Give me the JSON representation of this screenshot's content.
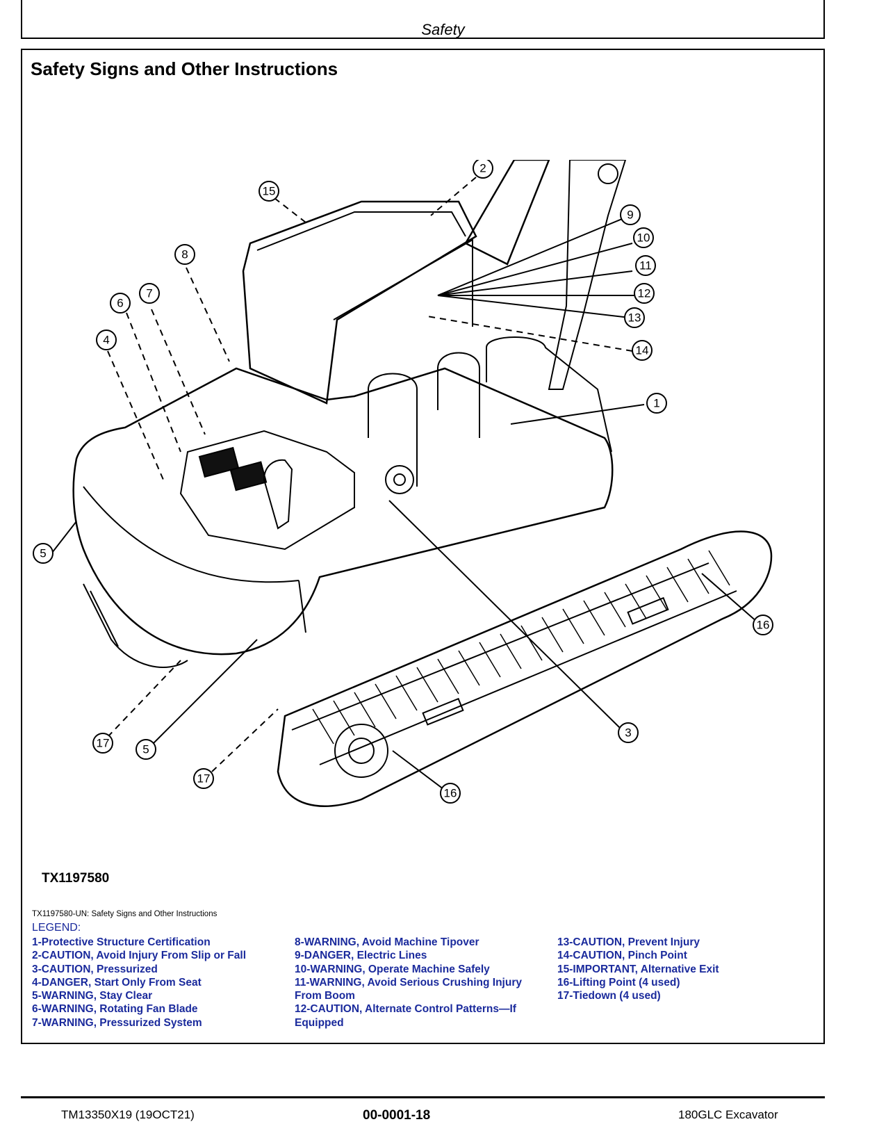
{
  "header": {
    "title": "Safety"
  },
  "section_title": "Safety Signs and Other Instructions",
  "figure": {
    "id": "TX1197580",
    "caption": "TX1197580-UN: Safety Signs and Other Instructions",
    "callouts": [
      "1",
      "2",
      "3",
      "4",
      "5",
      "5",
      "6",
      "7",
      "8",
      "9",
      "10",
      "11",
      "12",
      "13",
      "14",
      "15",
      "16",
      "16",
      "17",
      "17"
    ]
  },
  "legend": {
    "heading": "LEGEND:",
    "col1": [
      "1-Protective Structure Certification",
      "2-CAUTION, Avoid Injury From Slip or Fall",
      "3-CAUTION, Pressurized",
      "4-DANGER, Start Only From Seat",
      "5-WARNING, Stay Clear",
      "6-WARNING, Rotating Fan Blade",
      "7-WARNING, Pressurized System"
    ],
    "col2": [
      "8-WARNING, Avoid Machine Tipover",
      "9-DANGER, Electric Lines",
      "10-WARNING, Operate Machine Safely",
      "11-WARNING, Avoid Serious Crushing Injury",
      "From Boom",
      "12-CAUTION, Alternate Control Patterns—If",
      "Equipped"
    ],
    "col3": [
      "13-CAUTION, Prevent Injury",
      "14-CAUTION, Pinch Point",
      "15-IMPORTANT, Alternative Exit",
      "16-Lifting Point (4 used)",
      "17-Tiedown (4 used)"
    ]
  },
  "footer": {
    "left": "TM13350X19 (19OCT21)",
    "center": "00-0001-18",
    "right": "180GLC Excavator"
  }
}
